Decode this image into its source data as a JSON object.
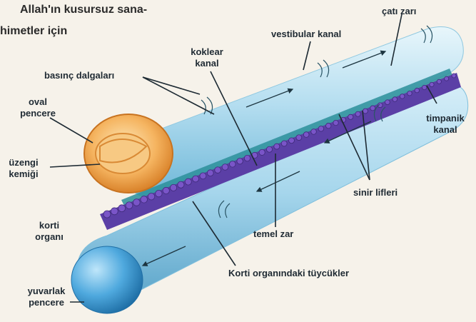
{
  "header": {
    "line1": "Allah'ın kusursuz sana-",
    "line2": "himetler için"
  },
  "labels": {
    "cati_zari": "çatı zarı",
    "vestibular_kanal": "vestibular kanal",
    "koklear_1": "koklear",
    "koklear_2": "kanal",
    "basinc_dalgalari": "basınç dalgaları",
    "oval_1": "oval",
    "oval_2": "pencere",
    "timpanik_1": "timpanik",
    "timpanik_2": "kanal",
    "uzengi_1": "üzengi",
    "uzengi_2": "kemiği",
    "sinir_lifleri": "sinir lifleri",
    "korti_1": "korti",
    "korti_2": "organı",
    "temel_zar": "temel zar",
    "korti_tuycukler": "Korti organındaki tüycükler",
    "yuvarlak_1": "yuvarlak",
    "yuvarlak_2": "pencere"
  },
  "colors": {
    "background": "#f6f2ea",
    "tube_light": "#d3ecf6",
    "tube_mid": "#9fd3ea",
    "tube_dark": "#5aa9cf",
    "basilar_membrane": "#5b3fa6",
    "teal_band": "#2c8f9a",
    "oval_window": "#f2a24a",
    "round_window": "#3f9fd6",
    "label_text": "#1f2a33"
  }
}
